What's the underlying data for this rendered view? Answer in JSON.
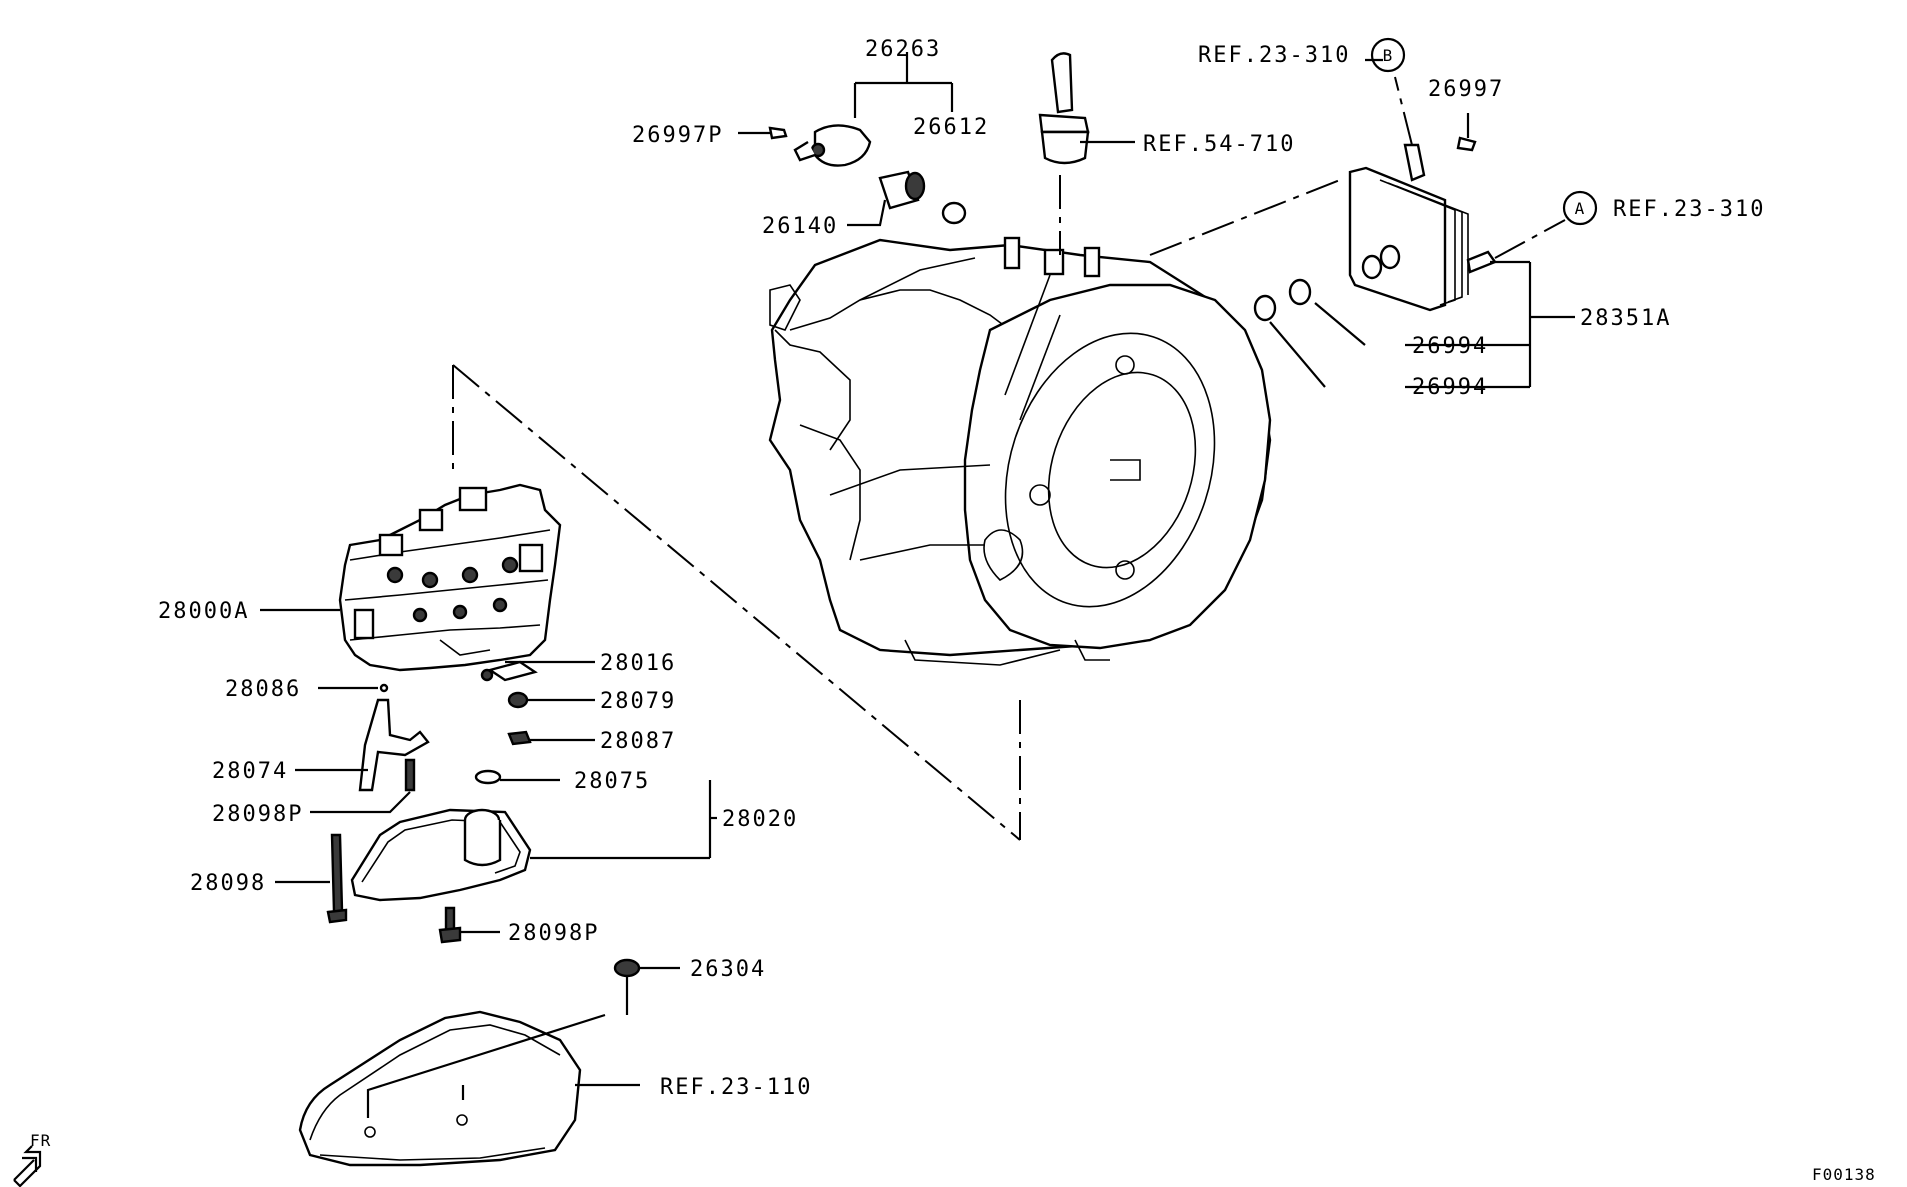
{
  "diagram": {
    "figure_code": "F00138",
    "orientation_label": "FR",
    "ref_circles": {
      "a": "A",
      "b": "B"
    },
    "callouts": {
      "c26263": "26263",
      "c26997p": "26997P",
      "c26612": "26612",
      "c26140": "26140",
      "ref54710": "REF.54-710",
      "ref23310b": "REF.23-310",
      "c26997": "26997",
      "ref23310a": "REF.23-310",
      "c28351a": "28351A",
      "c26994a": "26994",
      "c26994b": "26994",
      "c28000a": "28000A",
      "c28016": "28016",
      "c28086": "28086",
      "c28079": "28079",
      "c28087": "28087",
      "c28074": "28074",
      "c28075": "28075",
      "c28098p1": "28098P",
      "c28020": "28020",
      "c28098": "28098",
      "c28098p2": "28098P",
      "c26304": "26304",
      "ref23110": "REF.23-110"
    },
    "icons": [
      "fr-arrow-icon"
    ]
  }
}
